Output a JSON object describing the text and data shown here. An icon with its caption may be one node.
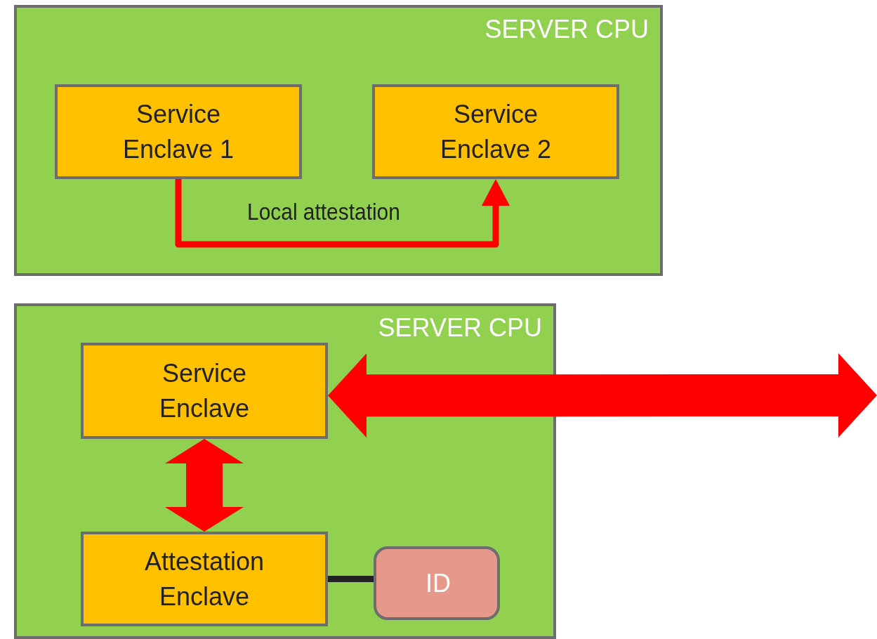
{
  "diagram": {
    "nodes": [
      {
        "text": [
          "SERVER CPU"
        ]
      },
      {
        "text": [
          "Service Enclave 1"
        ],
        "in": 0
      },
      {
        "text": [
          "Service Enclave 2"
        ],
        "in": 0
      },
      {
        "text": [
          "SERVER CPU"
        ]
      },
      {
        "text": [
          "Service Enclave"
        ],
        "in": 3
      },
      {
        "text": [
          "Attestation Enclave"
        ],
        "in": 3
      },
      {
        "text": [
          "ID"
        ],
        "in": 3
      }
    ],
    "edges": [
      {
        "from": 1,
        "to": 2,
        "arrow": "to",
        "label": "Local attestation",
        "color": "#ff0000"
      },
      {
        "from": 4,
        "to": null,
        "arrow": "both",
        "style": "thick",
        "color": "#ff0000"
      },
      {
        "from": 4,
        "to": 5,
        "arrow": "both",
        "style": "thick",
        "color": "#ff0000"
      },
      {
        "from": 5,
        "to": 6,
        "arrow": "none",
        "color": "#222222"
      }
    ]
  }
}
